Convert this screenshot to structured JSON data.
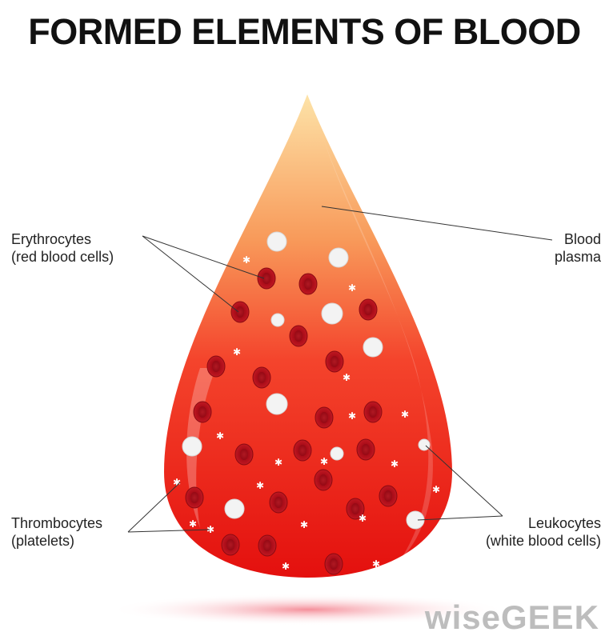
{
  "title": "FORMED ELEMENTS OF BLOOD",
  "labels": {
    "erythrocytes": {
      "line1": "Erythrocytes",
      "line2": "(red blood cells)"
    },
    "plasma": {
      "line1": "Blood",
      "line2": "plasma"
    },
    "thrombocytes": {
      "line1": "Thrombocytes",
      "line2": "(platelets)"
    },
    "leukocytes": {
      "line1": "Leukocytes",
      "line2": "(white blood cells)"
    }
  },
  "watermark": "wiseGEEK",
  "colors": {
    "drop_top": "#fcd79a",
    "drop_mid": "#f5402a",
    "drop_bottom": "#e0100c",
    "rbc": "#c8101a",
    "wbc": "#f2f2f2"
  }
}
